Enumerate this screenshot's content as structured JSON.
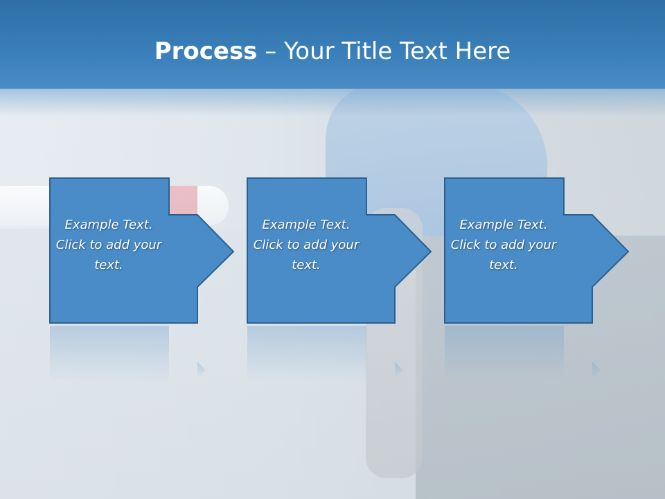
{
  "title": {
    "bold": "Process",
    "rest": " – Your Title Text Here"
  },
  "steps": [
    {
      "text": "Example Text. Click  to add your text."
    },
    {
      "text": "Example Text. Click  to add your text."
    },
    {
      "text": "Example Text. Click  to add your text."
    }
  ],
  "colors": {
    "header": "#3a7fba",
    "box_fill": "#4a8cc8",
    "box_border": "#2c5f8f"
  }
}
